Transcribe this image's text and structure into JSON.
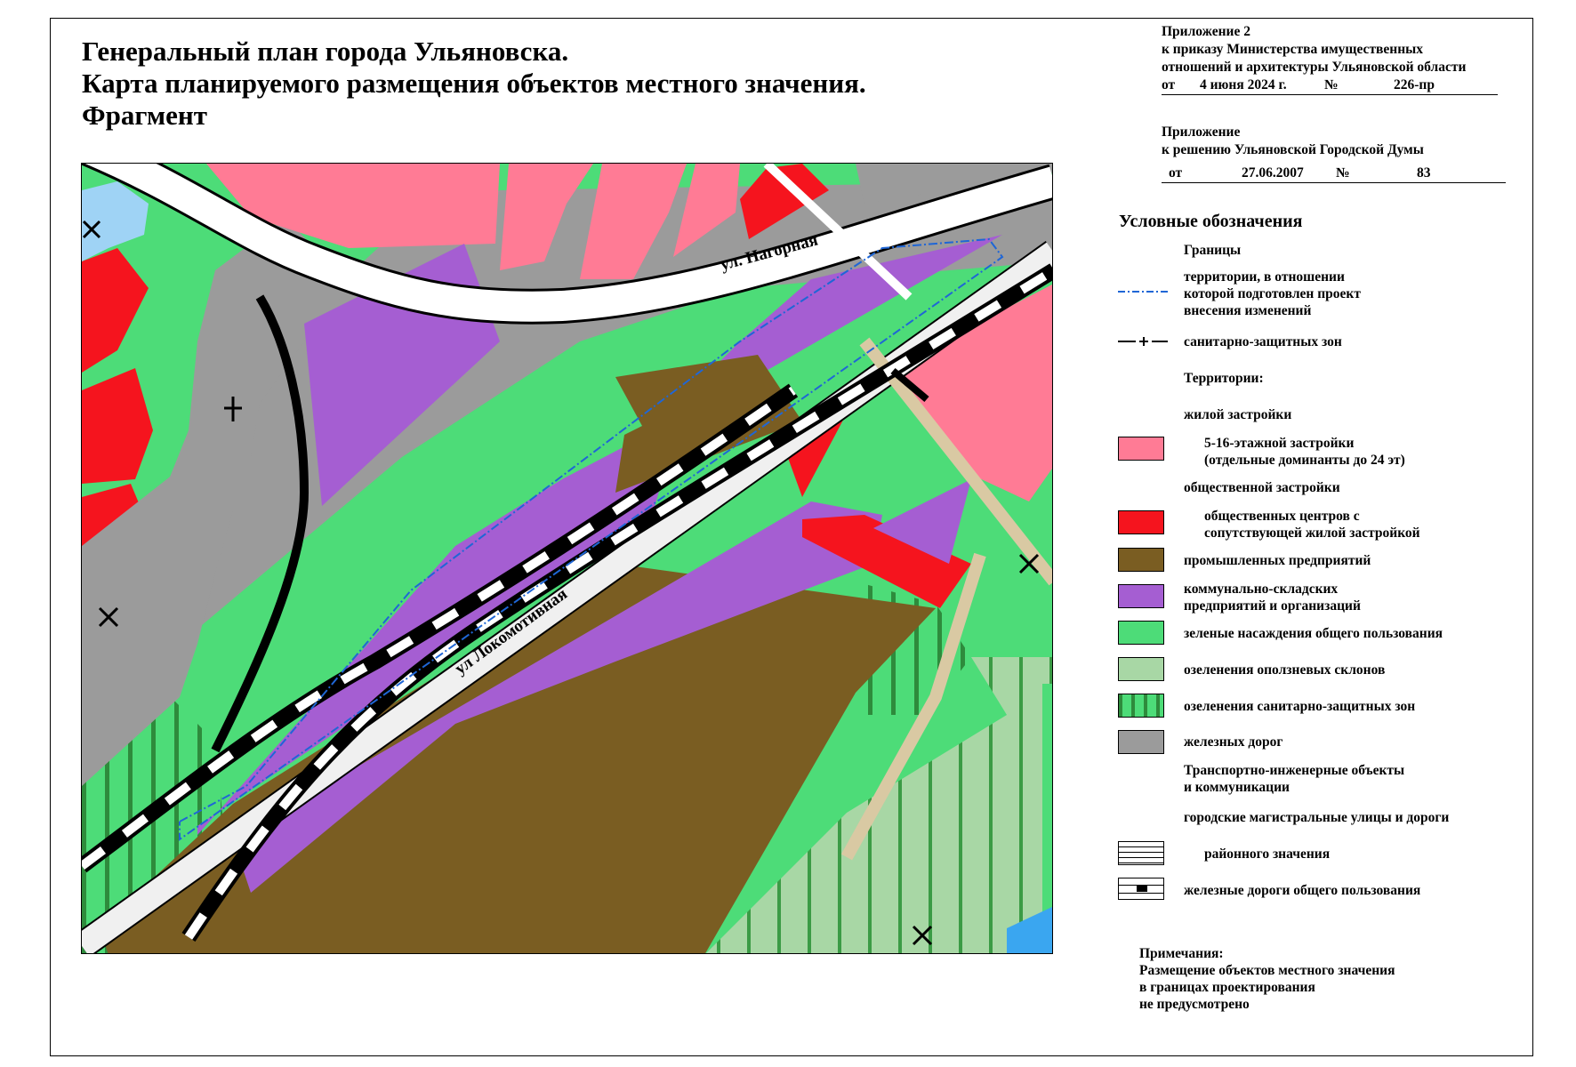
{
  "title": {
    "line1": "Генеральный план города Ульяновска.",
    "line2": "Карта планируемого размещения объектов местного значения.",
    "line3": "Фрагмент"
  },
  "stamp1": {
    "line1": "Приложение 2",
    "line2": "к приказу Министерства имущественных",
    "line3": "отношений и архитектуры Ульяновской области",
    "from_label": "от",
    "date": "4 июня 2024 г.",
    "no_label": "№",
    "number": "226-пр"
  },
  "stamp2": {
    "line1": "Приложение",
    "line2": "к решению Ульяновской Городской Думы",
    "from_label": "от",
    "date": "27.06.2007",
    "no_label": "№",
    "number": "83"
  },
  "map": {
    "street_nagornaya": "ул. Нагорная",
    "street_lokomotivnaya": "ул Локомотивная"
  },
  "legend": {
    "title": "Условные обозначения",
    "boundaries_header": "Границы",
    "project_boundary_1": "территории, в отношении",
    "project_boundary_2": "которой подготовлен проект",
    "project_boundary_3": "внесения изменений",
    "sanitary_zone_boundary": "санитарно-защитных зон",
    "territories_header": "Территории:",
    "residential_header": "жилой застройки",
    "residential_5_16_1": "5-16-этажной застройки",
    "residential_5_16_2": "(отдельные доминанты до 24 эт)",
    "public_header": "общественной застройки",
    "public_centers_1": "общественных центров с",
    "public_centers_2": "сопутствующей жилой застройкой",
    "industrial": "промышленных предприятий",
    "utility_1": "коммунально-складских",
    "utility_2": "предприятий и организаций",
    "green_public": "зеленые насаждения общего пользования",
    "green_slopes": "озеленения оползневых склонов",
    "green_sanitary": "озеленения санитарно-защитных зон",
    "railways": "железных дорог",
    "transport_header_1": "Транспортно-инженерные объекты",
    "transport_header_2": "и коммуникации",
    "main_streets": "городские магистральные улицы и дороги",
    "district_roads": "районного значения",
    "public_railways": "железные дороги общего пользования"
  },
  "note": {
    "header": "Примечания:",
    "line1": "Размещение объектов местного значения",
    "line2": "в границах проектирования",
    "line3": "не предусмотрено"
  },
  "colors": {
    "residential": "#ff7b95",
    "public_centers": "#f5141e",
    "industrial": "#7a5d22",
    "utility": "#a55ed2",
    "green_public": "#4ddc78",
    "green_slopes": "#a8d7a5",
    "railway_zone": "#9b9b9b",
    "project_boundary": "#1f66d6",
    "water": "#3aa6f0"
  }
}
